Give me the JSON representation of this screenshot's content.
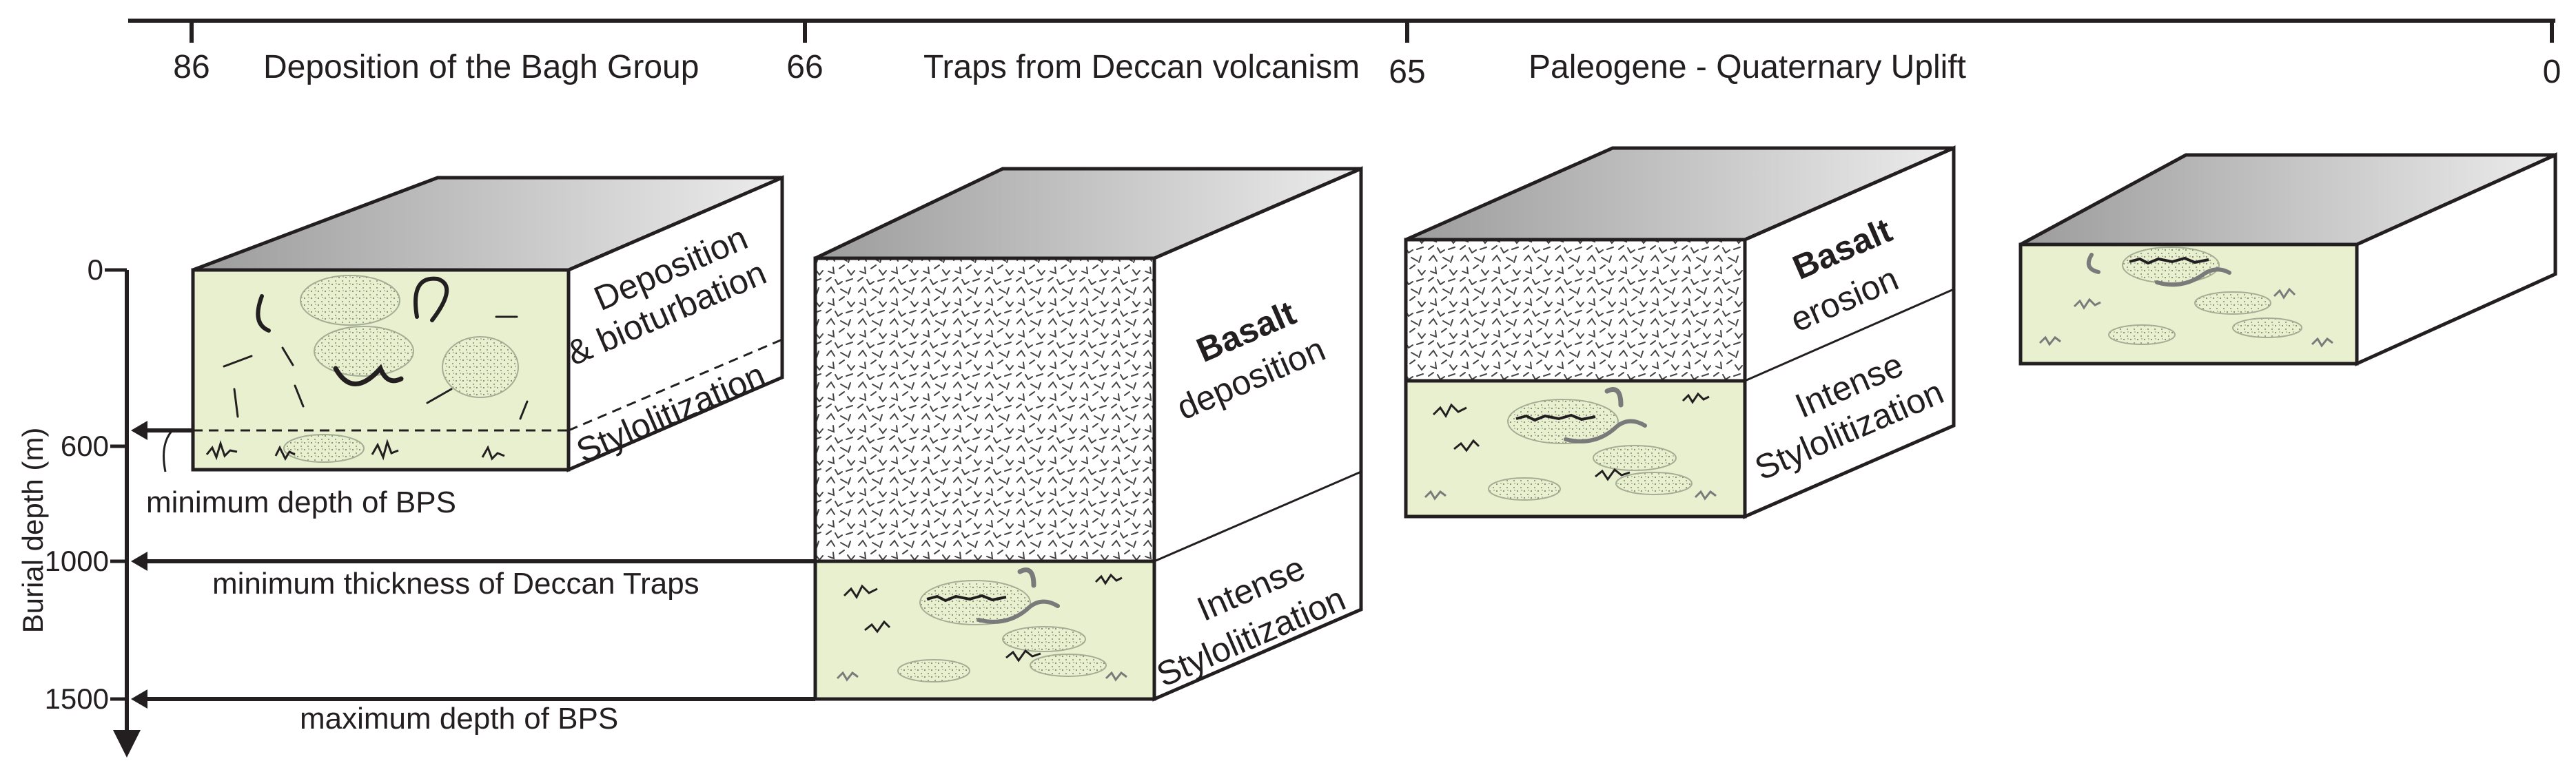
{
  "timeline": {
    "ticks": [
      "86",
      "66",
      "65",
      "0"
    ],
    "phases": [
      "Deposition of the Bagh Group",
      "Traps from Deccan volcanism",
      "Paleogene - Quaternary Uplift"
    ]
  },
  "axis": {
    "label": "Burial depth (m)",
    "ticks": [
      "0",
      "600",
      "1000",
      "1500"
    ]
  },
  "blocks": {
    "b1": {
      "line1": "Deposition",
      "line2": "& bioturbation",
      "line3": "Stylolitization"
    },
    "b2": {
      "top1": "Basalt",
      "top2": "deposition",
      "bot1": "Intense",
      "bot2": "Stylolitization"
    },
    "b3": {
      "top1": "Basalt",
      "top2": "erosion",
      "bot1": "Intense",
      "bot2": "Stylolitization"
    }
  },
  "annotations": {
    "min_depth": "minimum depth of BPS",
    "min_thickness": "minimum thickness of Deccan Traps",
    "max_depth": "maximum depth of BPS"
  },
  "colors": {
    "limestone": "#e8f0d0",
    "top_face": "#d6d6d6",
    "ink": "#231f20",
    "stylolite_grey": "#7a7a7a"
  }
}
